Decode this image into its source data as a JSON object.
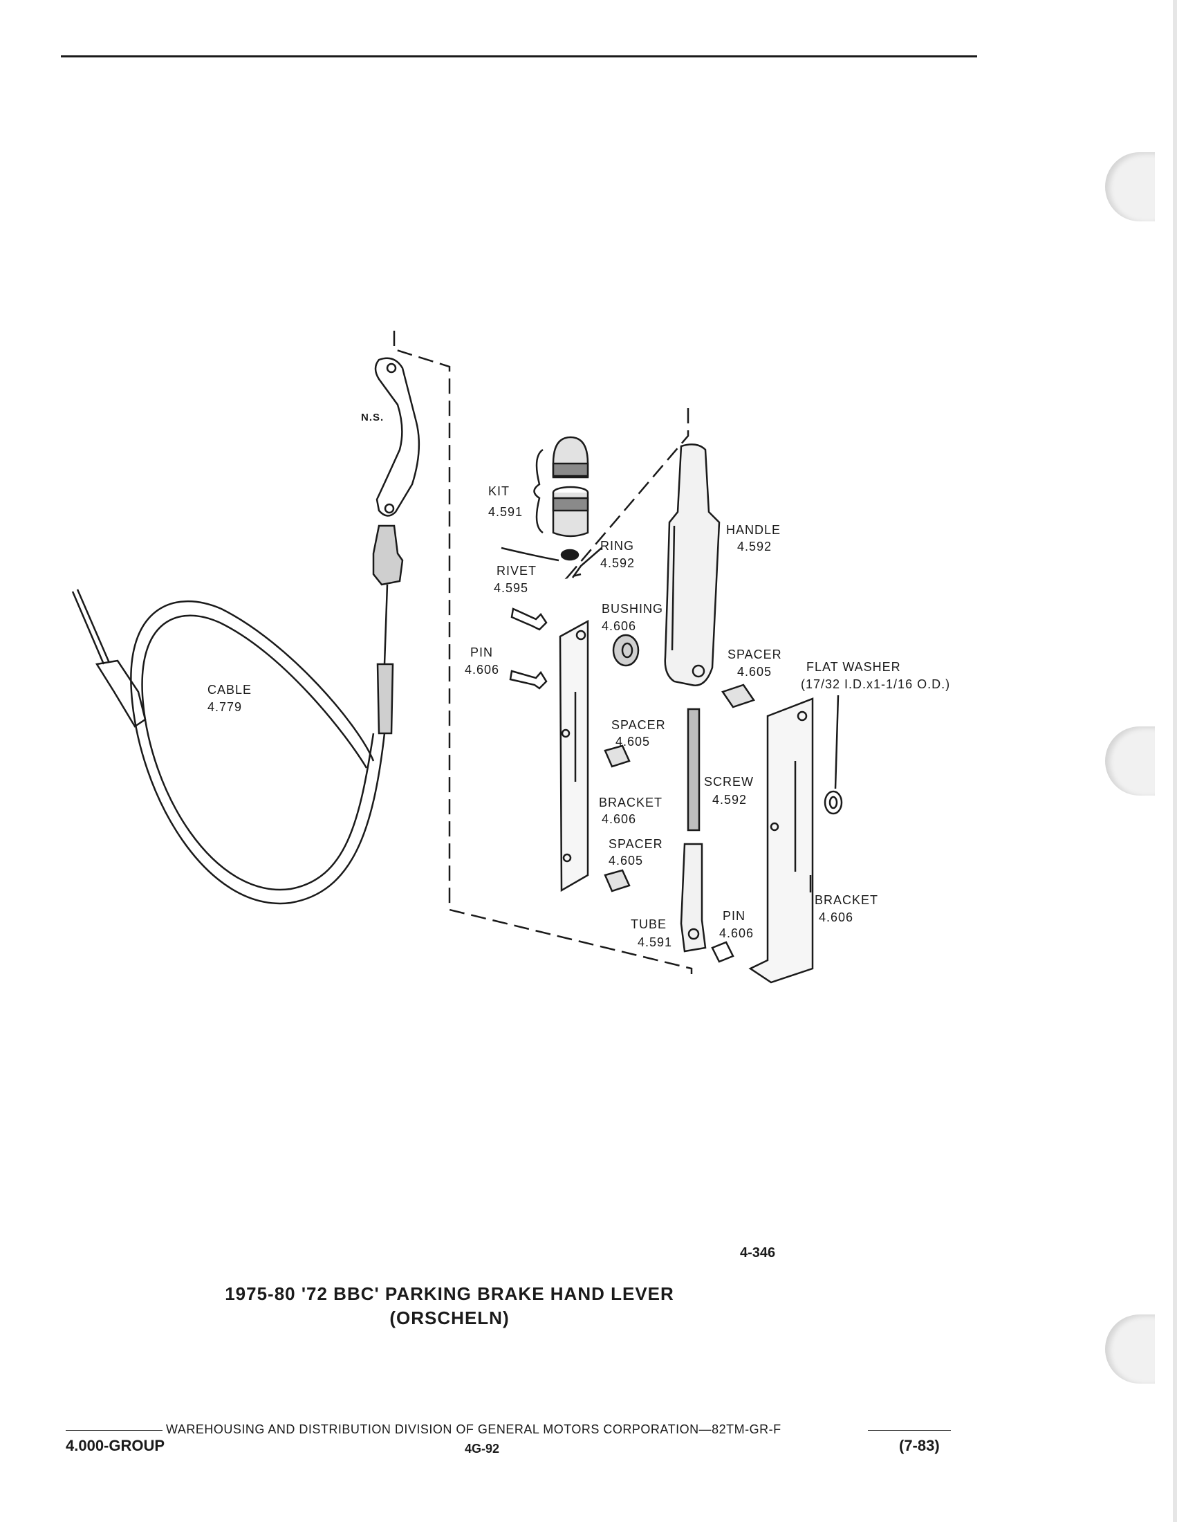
{
  "labels": {
    "ns": "N.S.",
    "kit": "KIT",
    "kit_num": "4.591",
    "ring": "RING",
    "ring_num": "4.592",
    "rivet": "RIVET",
    "rivet_num": "4.595",
    "handle": "HANDLE",
    "handle_num": "4.592",
    "bushing": "BUSHING",
    "bushing_num": "4.606",
    "pin1": "PIN",
    "pin1_num": "4.606",
    "cable": "CABLE",
    "cable_num": "4.779",
    "spacer1": "SPACER",
    "spacer1_num": "4.605",
    "flat_washer": "FLAT WASHER",
    "flat_washer_spec": "(17/32 I.D.x1-1/16 O.D.)",
    "spacer2": "SPACER",
    "spacer2_num": "4.605",
    "screw": "SCREW",
    "screw_num": "4.592",
    "bracket1": "BRACKET",
    "bracket1_num": "4.606",
    "spacer3": "SPACER",
    "spacer3_num": "4.605",
    "bracket2": "BRACKET",
    "bracket2_num": "4.606",
    "tube": "TUBE",
    "tube_num": "4.591",
    "pin2": "PIN",
    "pin2_num": "4.606"
  },
  "figure_id": "4-346",
  "title_line1": "1975-80 '72 BBC' PARKING BRAKE HAND LEVER",
  "title_line2": "(ORSCHELN)",
  "footer": {
    "line": "WAREHOUSING AND DISTRIBUTION  DIVISION OF GENERAL MOTORS CORPORATION—82TM-GR-F",
    "group": "4.000-GROUP",
    "page": "4G-92",
    "date": "(7-83)"
  }
}
